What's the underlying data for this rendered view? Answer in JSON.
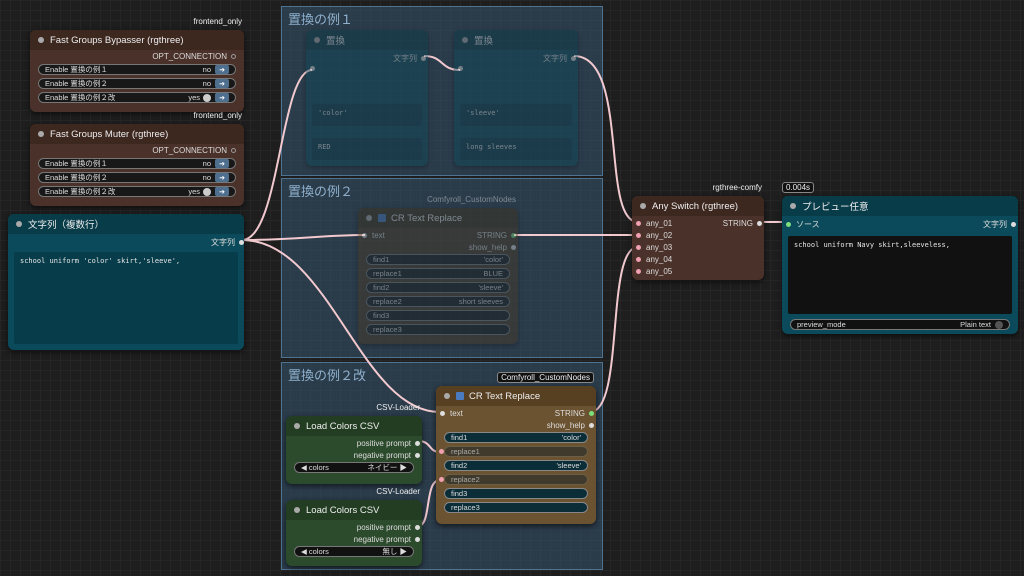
{
  "groups": {
    "example1": "置換の例１",
    "example2": "置換の例２",
    "example2b": "置換の例２改"
  },
  "bypasser": {
    "title": "Fast Groups Bypasser (rgthree)",
    "badge": "frontend_only",
    "output": "OPT_CONNECTION",
    "rows": [
      {
        "label": "Enable 置換の例１",
        "value": "no"
      },
      {
        "label": "Enable 置換の例２",
        "value": "no"
      },
      {
        "label": "Enable 置換の例２改",
        "value": "yes"
      }
    ]
  },
  "muter": {
    "title": "Fast Groups Muter (rgthree)",
    "badge": "frontend_only",
    "output": "OPT_CONNECTION",
    "rows": [
      {
        "label": "Enable 置換の例１",
        "value": "no"
      },
      {
        "label": "Enable 置換の例２",
        "value": "no"
      },
      {
        "label": "Enable 置換の例２改",
        "value": "yes"
      }
    ]
  },
  "multiline": {
    "title": "文字列（複数行）",
    "output": "文字列",
    "text": "school uniform 'color' skirt,'sleeve',"
  },
  "replace1": {
    "title": "置換",
    "output": "文字列",
    "find": "'color'",
    "replace": "RED"
  },
  "replace2": {
    "title": "置換",
    "output": "文字列",
    "find": "'sleeve'",
    "replace": "long sleeves"
  },
  "crtr1": {
    "title": "CR Text Replace",
    "badge": "Comfyroll_CustomNodes",
    "input": "text",
    "out1": "STRING",
    "out2": "show_help",
    "widgets": [
      {
        "label": "find1",
        "value": "'color'"
      },
      {
        "label": "replace1",
        "value": "BLUE"
      },
      {
        "label": "find2",
        "value": "'sleeve'"
      },
      {
        "label": "replace2",
        "value": "short sleeves"
      },
      {
        "label": "find3",
        "value": ""
      },
      {
        "label": "replace3",
        "value": ""
      }
    ]
  },
  "crtr2": {
    "title": "CR Text Replace",
    "badge": "Comfyroll_CustomNodes",
    "input": "text",
    "out1": "STRING",
    "out2": "show_help",
    "widgets": [
      {
        "label": "find1",
        "value": "'color'"
      },
      {
        "label": "replace1",
        "value": ""
      },
      {
        "label": "find2",
        "value": "'sleeve'"
      },
      {
        "label": "replace2",
        "value": ""
      },
      {
        "label": "find3",
        "value": ""
      },
      {
        "label": "replace3",
        "value": ""
      }
    ]
  },
  "csv1": {
    "title": "Load Colors CSV",
    "badge": "CSV-Loader",
    "out1": "positive prompt",
    "out2": "negative prompt",
    "combo_label": "colors",
    "combo_value": "ネイビー"
  },
  "csv2": {
    "title": "Load Colors CSV",
    "badge": "CSV-Loader",
    "out1": "positive prompt",
    "out2": "negative prompt",
    "combo_label": "colors",
    "combo_value": "無し"
  },
  "anyswitch": {
    "title": "Any Switch (rgthree)",
    "badge": "rgthree-comfy",
    "output": "STRING",
    "inputs": [
      "any_01",
      "any_02",
      "any_03",
      "any_04",
      "any_05"
    ]
  },
  "preview": {
    "title": "プレビュー任意",
    "badge": "0.004s",
    "input": "ソース",
    "output": "文字列",
    "text": "school uniform Navy skirt,sleeveless,",
    "mode_label": "preview_mode",
    "mode_value": "Plain text"
  },
  "colors": {
    "background": "#1e1e1e",
    "group": "#345470",
    "node_brown": "#4a3129",
    "node_teal": "#0b4a5a",
    "node_green": "#2c4a2c",
    "wire": "#f2c9cf"
  }
}
